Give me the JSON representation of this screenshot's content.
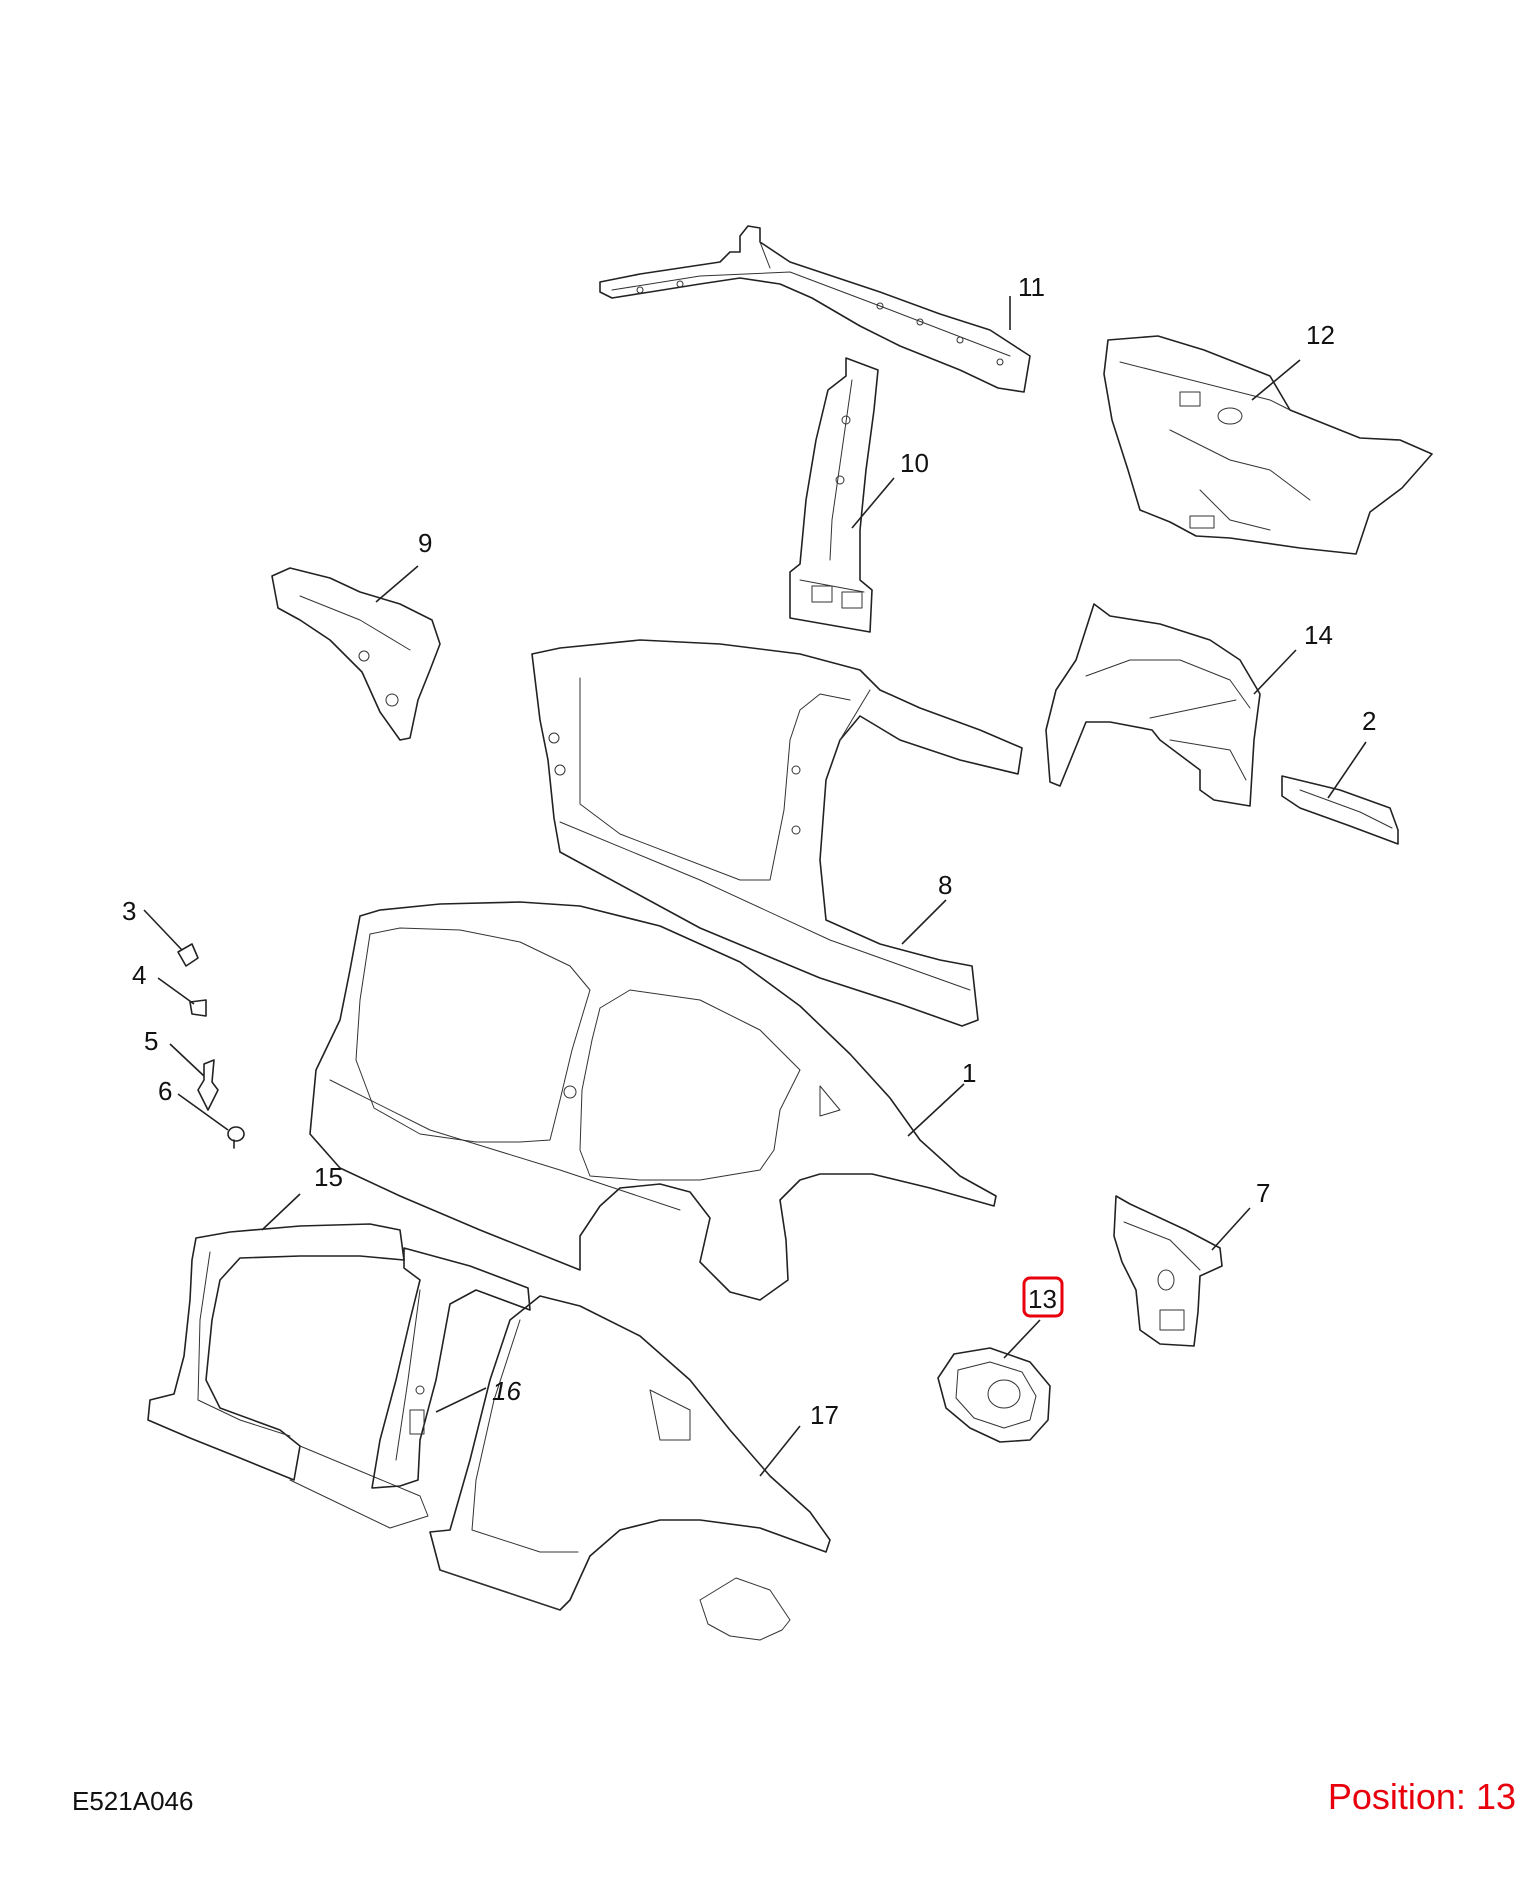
{
  "drawing_code": "E521A046",
  "position_indicator": {
    "label": "Position:",
    "value": "13",
    "color": "#e8000c"
  },
  "highlight_color": "#e8000c",
  "line_color": "#222222",
  "callouts": [
    {
      "id": "1",
      "label": "1"
    },
    {
      "id": "2",
      "label": "2"
    },
    {
      "id": "3",
      "label": "3"
    },
    {
      "id": "4",
      "label": "4"
    },
    {
      "id": "5",
      "label": "5"
    },
    {
      "id": "6",
      "label": "6"
    },
    {
      "id": "7",
      "label": "7"
    },
    {
      "id": "8",
      "label": "8"
    },
    {
      "id": "9",
      "label": "9"
    },
    {
      "id": "10",
      "label": "10"
    },
    {
      "id": "11",
      "label": "11"
    },
    {
      "id": "12",
      "label": "12"
    },
    {
      "id": "13",
      "label": "13",
      "highlighted": true
    },
    {
      "id": "14",
      "label": "14"
    },
    {
      "id": "15",
      "label": "15"
    },
    {
      "id": "16",
      "label": "16"
    },
    {
      "id": "17",
      "label": "17"
    }
  ]
}
